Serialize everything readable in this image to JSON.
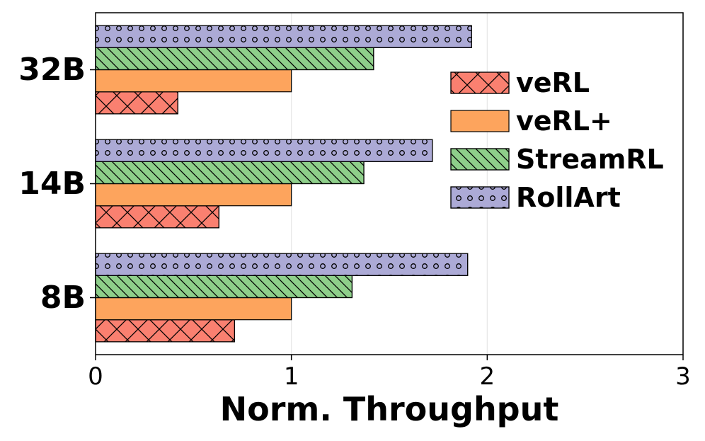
{
  "chart_data": {
    "type": "bar",
    "orientation": "horizontal",
    "categories": [
      "8B",
      "14B",
      "32B"
    ],
    "series": [
      {
        "name": "veRL",
        "values": [
          0.71,
          0.63,
          0.42
        ],
        "color": "#FA8070",
        "pattern": "crosshatch"
      },
      {
        "name": "veRL+",
        "values": [
          1.0,
          1.0,
          1.0
        ],
        "color": "#FDA45D",
        "pattern": "none"
      },
      {
        "name": "StreamRL",
        "values": [
          1.31,
          1.37,
          1.42
        ],
        "color": "#8ECF8A",
        "pattern": "diagonal"
      },
      {
        "name": "RollArt",
        "values": [
          1.9,
          1.72,
          1.92
        ],
        "color": "#ACAAD6",
        "pattern": "dots"
      }
    ],
    "title": "",
    "xlabel": "Norm. Throughput",
    "ylabel": "",
    "xlim": [
      0,
      3
    ],
    "xticks": [
      "0",
      "1",
      "2",
      "3"
    ],
    "grid": "vertical",
    "legend_position": "right"
  }
}
